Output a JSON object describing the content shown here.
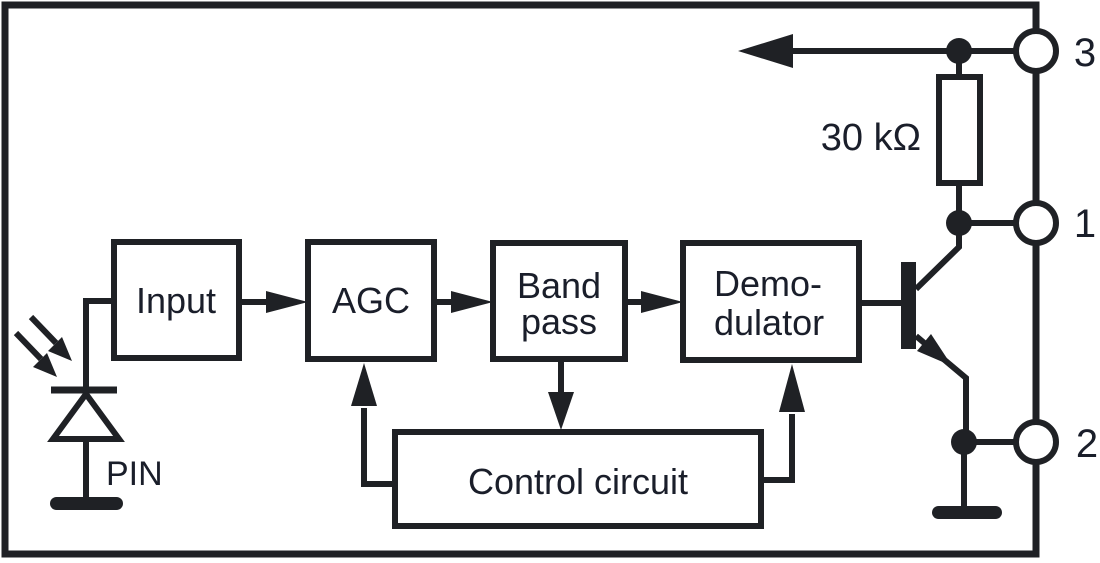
{
  "colors": {
    "ink": "#1f2125",
    "text": "#1a1e2a",
    "background": "#ffffff"
  },
  "blocks": {
    "input": {
      "label": "Input"
    },
    "agc": {
      "label": "AGC"
    },
    "band_pass": {
      "line1": "Band",
      "line2": "pass"
    },
    "demodulator": {
      "line1": "Demo-",
      "line2": "dulator"
    },
    "control_circuit": {
      "label": "Control circuit"
    }
  },
  "components": {
    "photodiode": {
      "label": "PIN"
    },
    "resistor": {
      "value": "30 kΩ"
    }
  },
  "pins": {
    "pin3": "3",
    "pin1": "1",
    "pin2": "2"
  }
}
